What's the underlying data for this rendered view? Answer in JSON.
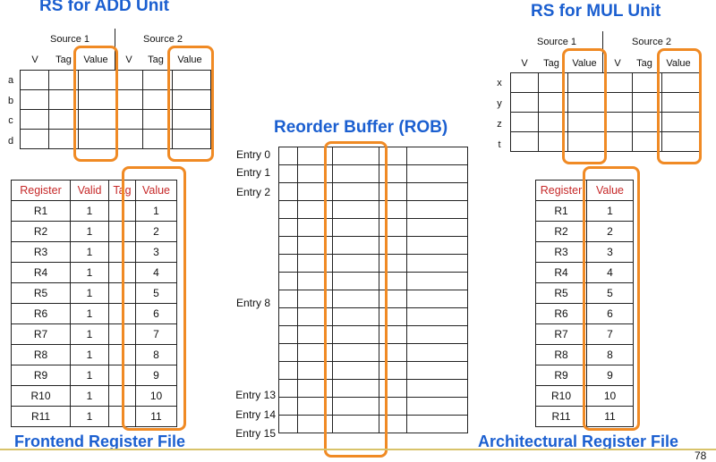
{
  "rs_add": {
    "title": "RS for ADD Unit",
    "group_headers": [
      "Source 1",
      "Source 2"
    ],
    "col_headers": [
      "V",
      "Tag",
      "Value",
      "V",
      "Tag",
      "Value"
    ],
    "rows": [
      "a",
      "b",
      "c",
      "d"
    ]
  },
  "rs_mul": {
    "title": "RS for MUL Unit",
    "group_headers": [
      "Source 1",
      "Source 2"
    ],
    "col_headers": [
      "V",
      "Tag",
      "Value",
      "V",
      "Tag",
      "Value"
    ],
    "rows": [
      "x",
      "y",
      "z",
      "t"
    ]
  },
  "rob": {
    "title": "Reorder Buffer (ROB)",
    "entry_labels": [
      "Entry 0",
      "Entry 1",
      "Entry 2",
      "Entry 8",
      "Entry 13",
      "Entry 14",
      "Entry 15"
    ]
  },
  "frontend_rf": {
    "title": "Frontend Register File",
    "headers": [
      "Register",
      "Valid",
      "Tag",
      "Value"
    ],
    "rows": [
      {
        "reg": "R1",
        "valid": "1",
        "tag": "",
        "value": "1"
      },
      {
        "reg": "R2",
        "valid": "1",
        "tag": "",
        "value": "2"
      },
      {
        "reg": "R3",
        "valid": "1",
        "tag": "",
        "value": "3"
      },
      {
        "reg": "R4",
        "valid": "1",
        "tag": "",
        "value": "4"
      },
      {
        "reg": "R5",
        "valid": "1",
        "tag": "",
        "value": "5"
      },
      {
        "reg": "R6",
        "valid": "1",
        "tag": "",
        "value": "6"
      },
      {
        "reg": "R7",
        "valid": "1",
        "tag": "",
        "value": "7"
      },
      {
        "reg": "R8",
        "valid": "1",
        "tag": "",
        "value": "8"
      },
      {
        "reg": "R9",
        "valid": "1",
        "tag": "",
        "value": "9"
      },
      {
        "reg": "R10",
        "valid": "1",
        "tag": "",
        "value": "10"
      },
      {
        "reg": "R11",
        "valid": "1",
        "tag": "",
        "value": "11"
      }
    ]
  },
  "arch_rf": {
    "title": "Architectural Register File",
    "headers": [
      "Register",
      "Value"
    ],
    "rows": [
      {
        "reg": "R1",
        "value": "1"
      },
      {
        "reg": "R2",
        "value": "2"
      },
      {
        "reg": "R3",
        "value": "3"
      },
      {
        "reg": "R4",
        "value": "4"
      },
      {
        "reg": "R5",
        "value": "5"
      },
      {
        "reg": "R6",
        "value": "6"
      },
      {
        "reg": "R7",
        "value": "7"
      },
      {
        "reg": "R8",
        "value": "8"
      },
      {
        "reg": "R9",
        "value": "9"
      },
      {
        "reg": "R10",
        "value": "10"
      },
      {
        "reg": "R11",
        "value": "11"
      }
    ]
  },
  "page_number": "78",
  "colors": {
    "title_blue": "#1b5fd0",
    "header_red": "#c62828",
    "highlight_orange": "#f08a24"
  }
}
